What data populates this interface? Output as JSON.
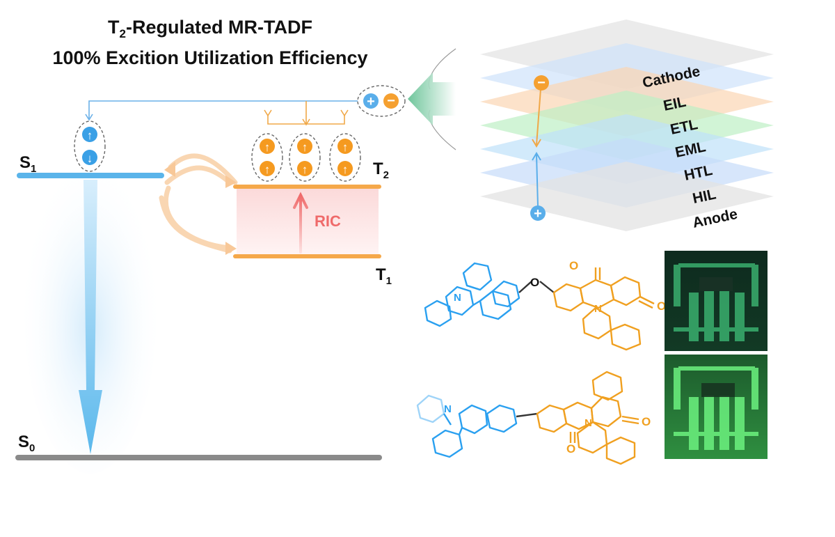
{
  "title": {
    "line1_prefix": "T",
    "line1_sub": "2",
    "line1_suffix": "-Regulated MR-TADF",
    "line2": "100% Excition Utilization Efficiency"
  },
  "levels": {
    "s1": {
      "main": "S",
      "sub": "1"
    },
    "s0": {
      "main": "S",
      "sub": "0"
    },
    "t2": {
      "main": "T",
      "sub": "2"
    },
    "t1": {
      "main": "T",
      "sub": "1"
    }
  },
  "process_label": "RIC",
  "spin_glyphs": {
    "up": "↑",
    "down": "↓"
  },
  "charges": {
    "hole": "+",
    "electron": "−"
  },
  "device_layers": [
    "Cathode",
    "EIL",
    "ETL",
    "EML",
    "HTL",
    "HIL",
    "Anode"
  ],
  "molecule_atoms": {
    "nitrogen": "N",
    "oxygen": "O"
  },
  "colors": {
    "singlet_blue": "#3aa0e6",
    "triplet_orange": "#f5a030",
    "ric_red": "#ef6a6a",
    "ground_gray": "#8a8a8a",
    "donor_blue": "#2aa0f0",
    "acceptor_orange": "#f0a020",
    "emission_green": "#35d870"
  },
  "icons": [
    "hole-icon",
    "electron-icon",
    "spin-up-icon",
    "spin-down-icon",
    "device-photo"
  ]
}
